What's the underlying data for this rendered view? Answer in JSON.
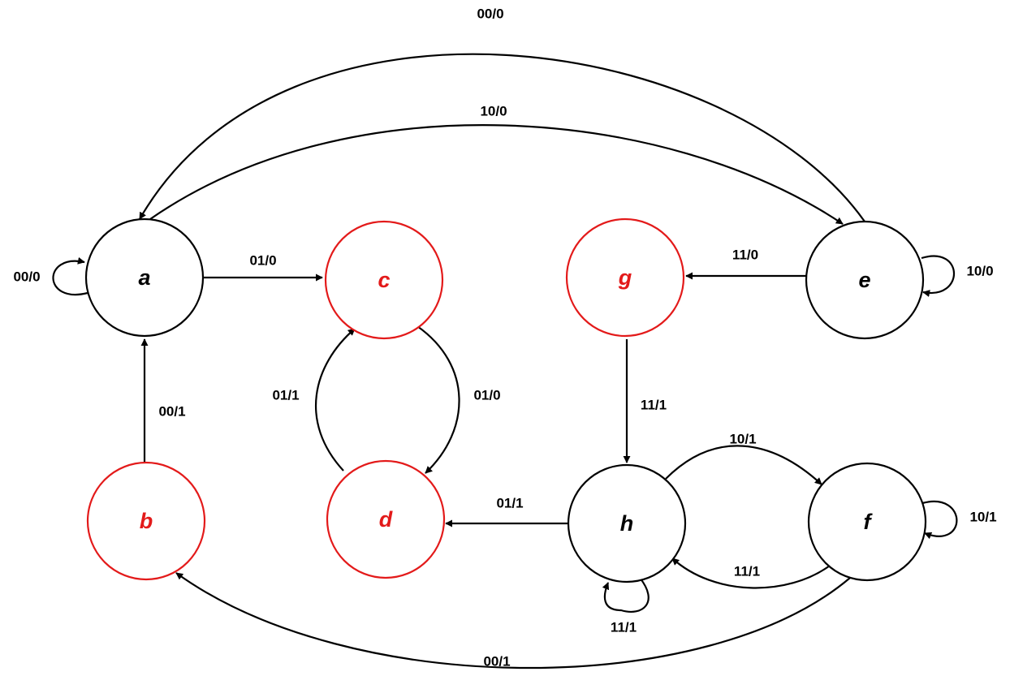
{
  "colors": {
    "default": "#000000",
    "highlight": "#e31a1a"
  },
  "states": [
    {
      "id": "a",
      "label": "a",
      "highlight": false
    },
    {
      "id": "b",
      "label": "b",
      "highlight": true
    },
    {
      "id": "c",
      "label": "c",
      "highlight": true
    },
    {
      "id": "d",
      "label": "d",
      "highlight": true
    },
    {
      "id": "e",
      "label": "e",
      "highlight": false
    },
    {
      "id": "f",
      "label": "f",
      "highlight": false
    },
    {
      "id": "g",
      "label": "g",
      "highlight": true
    },
    {
      "id": "h",
      "label": "h",
      "highlight": false
    }
  ],
  "transitions": [
    {
      "id": "e-a",
      "from": "e",
      "to": "a",
      "label": "00/0"
    },
    {
      "id": "a-e",
      "from": "a",
      "to": "e",
      "label": "10/0"
    },
    {
      "id": "a-a",
      "from": "a",
      "to": "a",
      "label": "00/0"
    },
    {
      "id": "a-c",
      "from": "a",
      "to": "c",
      "label": "01/0"
    },
    {
      "id": "e-g",
      "from": "e",
      "to": "g",
      "label": "11/0"
    },
    {
      "id": "e-e",
      "from": "e",
      "to": "e",
      "label": "10/0"
    },
    {
      "id": "b-a",
      "from": "b",
      "to": "a",
      "label": "00/1"
    },
    {
      "id": "d-c",
      "from": "d",
      "to": "c",
      "label": "01/1"
    },
    {
      "id": "c-d",
      "from": "c",
      "to": "d",
      "label": "01/0"
    },
    {
      "id": "g-h",
      "from": "g",
      "to": "h",
      "label": "11/1"
    },
    {
      "id": "h-f",
      "from": "h",
      "to": "f",
      "label": "10/1"
    },
    {
      "id": "f-f",
      "from": "f",
      "to": "f",
      "label": "10/1"
    },
    {
      "id": "h-d",
      "from": "h",
      "to": "d",
      "label": "01/1"
    },
    {
      "id": "f-h",
      "from": "f",
      "to": "h",
      "label": "11/1"
    },
    {
      "id": "h-h",
      "from": "h",
      "to": "h",
      "label": "11/1"
    },
    {
      "id": "f-b",
      "from": "f",
      "to": "b",
      "label": "00/1"
    }
  ]
}
